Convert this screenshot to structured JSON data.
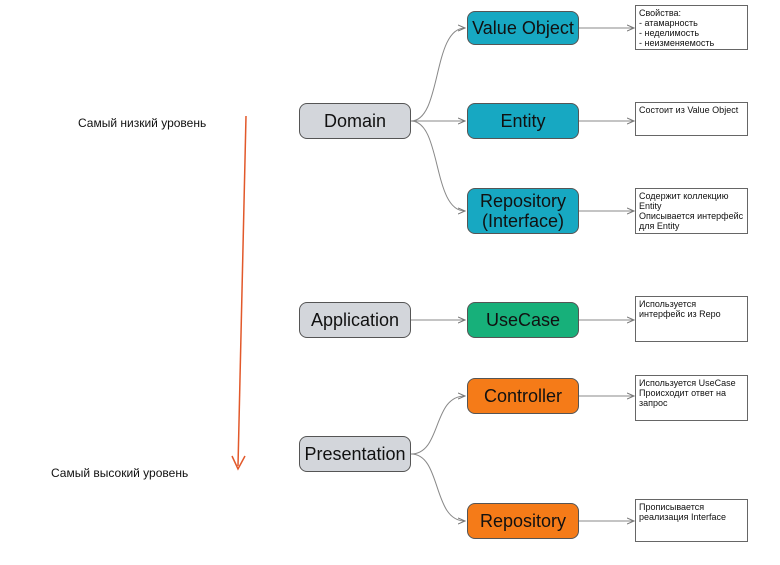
{
  "levels": {
    "lowest": "Самый низкий уровень",
    "highest": "Самый высокий уровень"
  },
  "layers": {
    "domain": "Domain",
    "application": "Application",
    "presentation": "Presentation"
  },
  "components": {
    "value_object": "Value Object",
    "entity": "Entity",
    "repository_interface": "Repository\n(Interface)",
    "usecase": "UseCase",
    "controller": "Controller",
    "repository": "Repository"
  },
  "notes": {
    "value_object": "Свойства:\n- атамарность\n- неделимость\n- неизменяемость",
    "entity": "Состоит из Value Object",
    "repository_interface": "Содержит коллекцию\nEntity\nОписывается интерфейс\nдля Entity",
    "usecase": "Используется\nинтерфейс из Repo",
    "controller": "Используется UseCase\nПроисходит ответ на\nзапрос",
    "repository": "Прописывается\nреализация Interface"
  },
  "colors": {
    "layer": "#d3d6db",
    "domain_component": "#17a8c2",
    "application_component": "#17b07a",
    "presentation_component": "#f57b18",
    "level_arrow": "#e2582a"
  }
}
